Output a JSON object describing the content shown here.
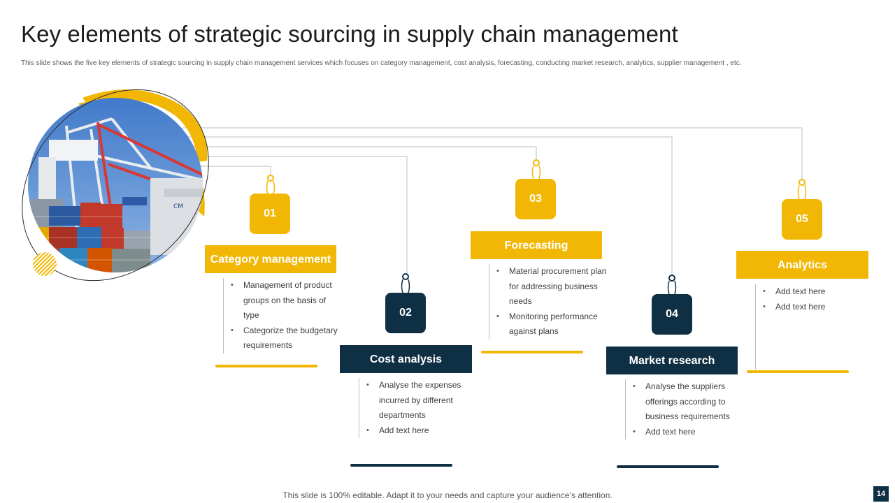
{
  "title": "Key elements of strategic sourcing in supply chain management",
  "subtitle": "This slide shows the five key elements of strategic sourcing in supply chain management  services which focuses on category management, cost analysis, forecasting, conducting market research, analytics, supplier management , etc.",
  "colors": {
    "accent_yellow": "#f2b705",
    "accent_navy": "#0f3044",
    "line_gray": "#bdbdbd"
  },
  "elements": [
    {
      "number": "01",
      "heading": "Category management",
      "bullets": [
        "Management of product groups on the basis of type",
        "Categorize the budgetary requirements"
      ]
    },
    {
      "number": "02",
      "heading": "Cost analysis",
      "bullets": [
        "Analyse the expenses incurred by different departments",
        "Add text here"
      ]
    },
    {
      "number": "03",
      "heading": "Forecasting",
      "bullets": [
        "Material procurement plan for addressing business needs",
        "Monitoring performance against plans"
      ]
    },
    {
      "number": "04",
      "heading": "Market research",
      "bullets": [
        "Analyse the suppliers offerings according to business requirements",
        "Add text here"
      ]
    },
    {
      "number": "05",
      "heading": "Analytics",
      "bullets": [
        "Add text here",
        "Add text here"
      ]
    }
  ],
  "image": {
    "icon": "port-cranes-containers-photo"
  },
  "footer": "This slide is 100% editable. Adapt it to your needs and capture your audience’s attention.",
  "page_number": "14"
}
